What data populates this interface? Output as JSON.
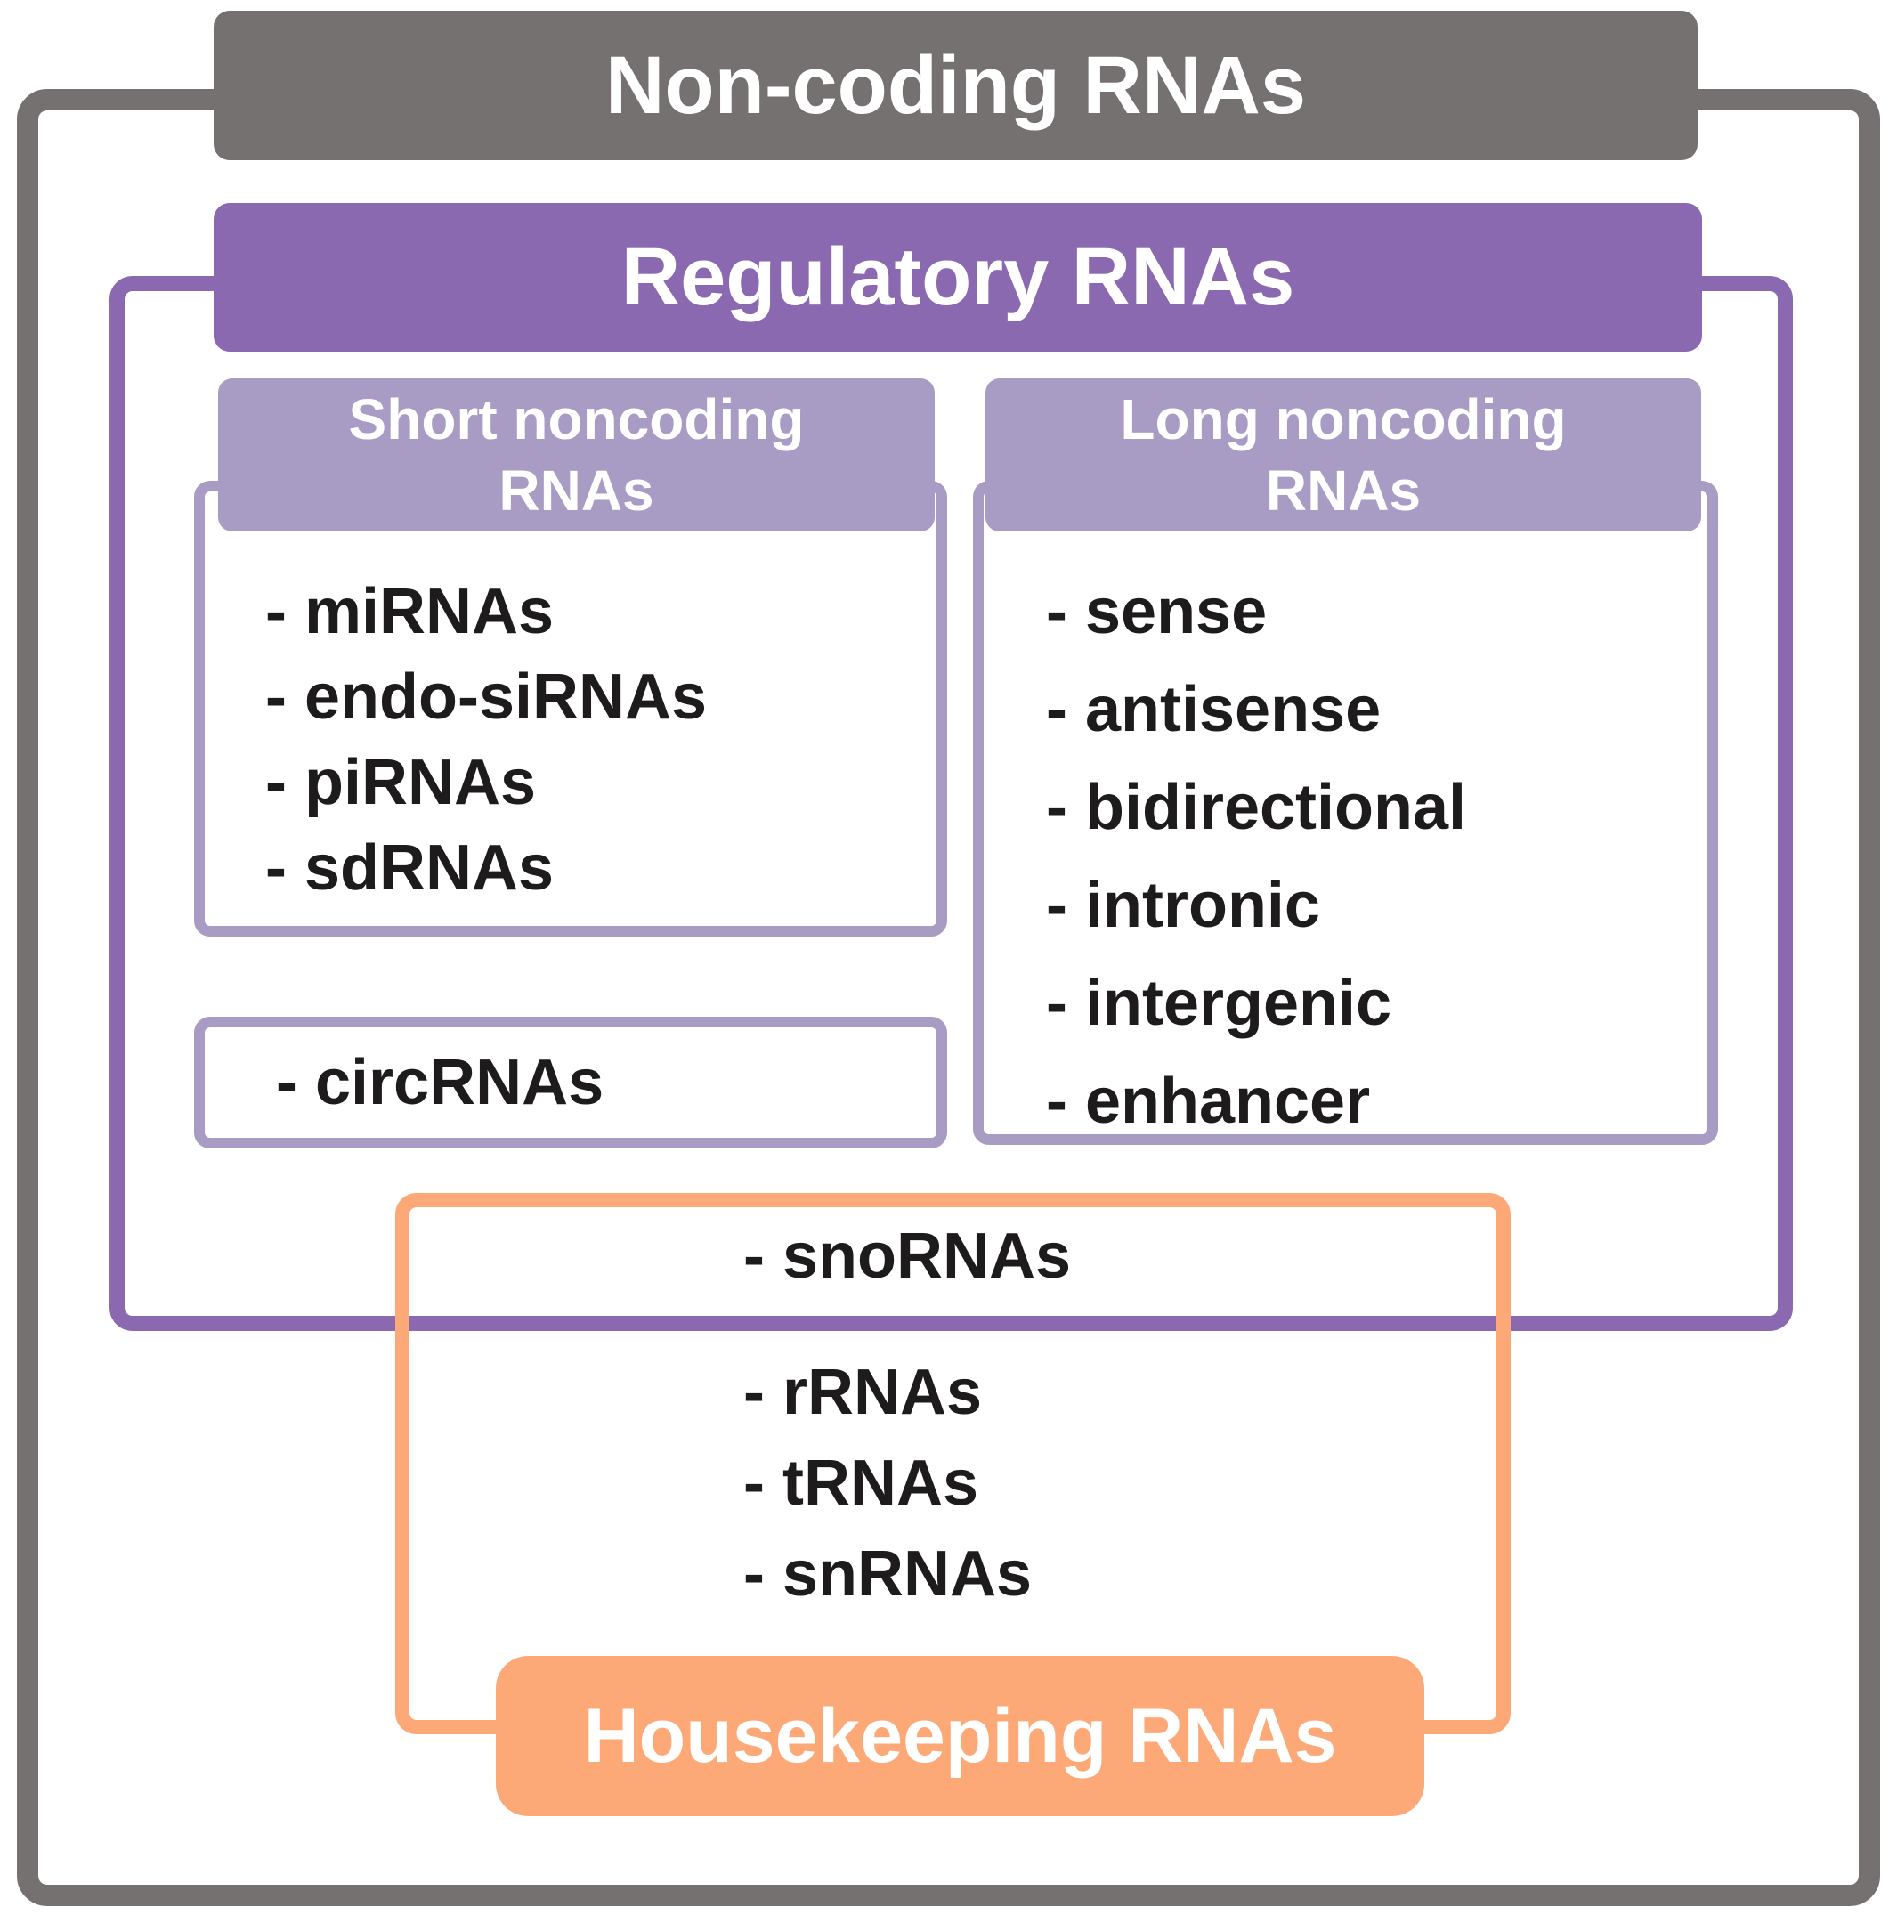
{
  "colors": {
    "gray": "#767171",
    "purple": "#8a69b0",
    "light_purple": "#a99cc4",
    "orange": "#fda977",
    "text": "#1d1b1b",
    "white_text": "#ffffff"
  },
  "root": {
    "title": "Non-coding RNAs"
  },
  "regulatory": {
    "title": "Regulatory RNAs",
    "short_group": {
      "title_lines": [
        "Short noncoding",
        "RNAs"
      ],
      "items": [
        "- miRNAs",
        "- endo-siRNAs",
        "- piRNAs",
        "- sdRNAs"
      ]
    },
    "circ_group": {
      "items": [
        "- circRNAs"
      ]
    },
    "long_group": {
      "title_lines": [
        "Long noncoding",
        "RNAs"
      ],
      "items": [
        "- sense",
        "- antisense",
        "- bidirectional",
        "- intronic",
        "- intergenic",
        "- enhancer"
      ]
    },
    "overlap_group": {
      "items": [
        "- snoRNAs"
      ]
    }
  },
  "housekeeping": {
    "title": "Housekeeping RNAs",
    "items": [
      "- rRNAs",
      "- tRNAs",
      "- snRNAs"
    ]
  }
}
